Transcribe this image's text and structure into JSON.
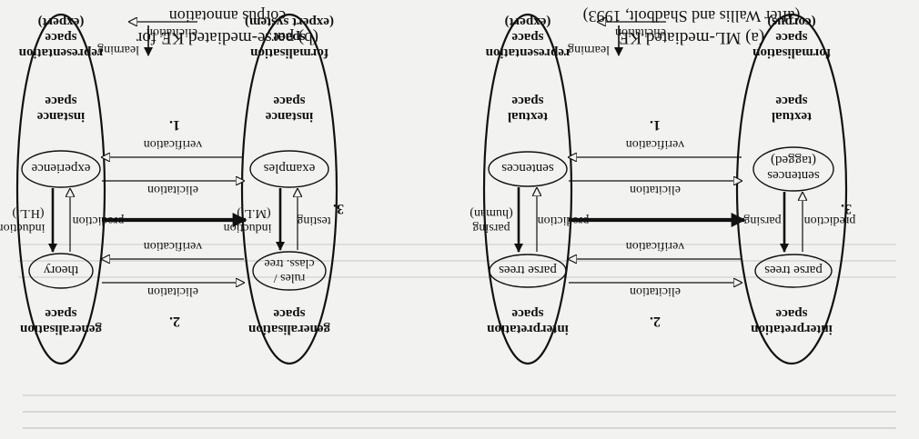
{
  "caption": {
    "a_line1": "(a) ML-mediated KE",
    "a_line2": "(after Wallis and Shadbolt, 1993)",
    "b_line1": "(b) parse-mediated KE for",
    "b_line2": "corpus annotation"
  },
  "panel_a": {
    "left_top_space": [
      "generalisation",
      "space"
    ],
    "left_top_node": "theory",
    "left_bottom_node": "experience",
    "left_bottom_space": [
      "instance",
      "space"
    ],
    "right_top_space": [
      "generalisation",
      "space"
    ],
    "right_top_node": [
      "rules /",
      "class. tree"
    ],
    "right_bottom_node": "examples",
    "right_bottom_space": [
      "instance",
      "space"
    ],
    "marker_2": "2.",
    "marker_3": "3.",
    "marker_1": "1.",
    "top_elicitation": "elicitation",
    "top_verification": "verification",
    "bottom_elicitation": "elicitation",
    "bottom_verification": "verification",
    "left_up": [
      "induction",
      "(H.L.)"
    ],
    "left_down": "prediction",
    "right_up": [
      "induction",
      "(M.L.)"
    ],
    "right_down": "testing",
    "left_footer": [
      "representation",
      "space",
      "(expert)"
    ],
    "right_footer": [
      "formalisation",
      "space",
      "(expert system)"
    ]
  },
  "panel_b": {
    "left_top_space": [
      "interpretation",
      "space"
    ],
    "left_top_node": "parse trees",
    "left_bottom_node": "sentences",
    "left_bottom_space": [
      "textual",
      "space"
    ],
    "right_top_space": [
      "interpretation",
      "space"
    ],
    "right_top_node": "parse trees",
    "right_bottom_node": [
      "sentences",
      "(tagged)"
    ],
    "right_bottom_space": [
      "textual",
      "space"
    ],
    "marker_2": "2.",
    "marker_3": "3.",
    "marker_1": "1.",
    "top_elicitation": "elicitation",
    "top_verification": "verification",
    "bottom_elicitation": "elicitation",
    "bottom_verification": "verification",
    "left_up": [
      "parsing",
      "(human)"
    ],
    "left_down": "prediction",
    "right_up": "parsing",
    "right_down": "prediction",
    "left_footer": [
      "representation",
      "space",
      "(expert)"
    ],
    "right_footer": [
      "formalisation",
      "space",
      "(corpus)"
    ]
  },
  "legend": {
    "learning": "learning",
    "elicitation": "elicitation"
  },
  "colors": {
    "ink": "#111111",
    "paper": "#f2f2f0",
    "bleed": "#999999"
  }
}
